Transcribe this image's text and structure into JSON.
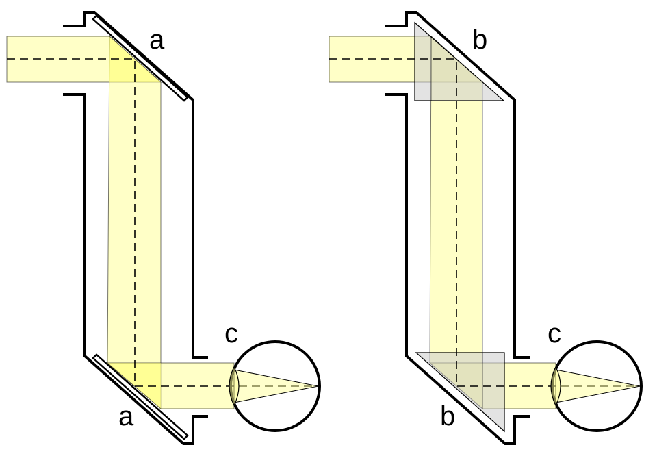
{
  "labels": {
    "mirror_top": "a",
    "mirror_bottom": "a",
    "prism_top": "b",
    "prism_bottom": "b",
    "eye_left": "c",
    "eye_right": "c"
  },
  "colors": {
    "light_beam": "#ffff99",
    "prism_glass": "#cccccc",
    "outline": "#000000"
  }
}
